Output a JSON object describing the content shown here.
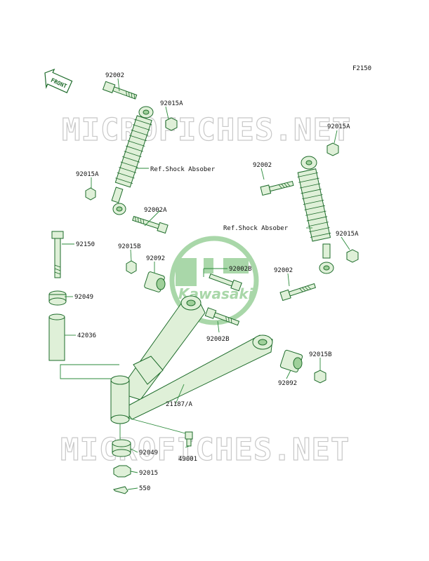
{
  "diagram_code": "F2150",
  "front_label": "FRONT",
  "watermark": "MICROFICHES.NET",
  "logo_text": "Kawasaki",
  "callouts": [
    {
      "id": "c1",
      "text": "92002"
    },
    {
      "id": "c2",
      "text": "92015A"
    },
    {
      "id": "c3",
      "text": "92015A"
    },
    {
      "id": "c4",
      "text": "Ref.Shock Absober"
    },
    {
      "id": "c5",
      "text": "92002A"
    },
    {
      "id": "c6",
      "text": "92150"
    },
    {
      "id": "c7",
      "text": "92015B"
    },
    {
      "id": "c8",
      "text": "92092"
    },
    {
      "id": "c9",
      "text": "92049"
    },
    {
      "id": "c10",
      "text": "42036"
    },
    {
      "id": "c11",
      "text": "92015A"
    },
    {
      "id": "c12",
      "text": "92002"
    },
    {
      "id": "c13",
      "text": "Ref.Shock Absober"
    },
    {
      "id": "c14",
      "text": "92015A"
    },
    {
      "id": "c15",
      "text": "92002B"
    },
    {
      "id": "c16",
      "text": "92002"
    },
    {
      "id": "c17",
      "text": "92002B"
    },
    {
      "id": "c18",
      "text": "92015B"
    },
    {
      "id": "c19",
      "text": "92092"
    },
    {
      "id": "c20",
      "text": "21187/A"
    },
    {
      "id": "c21",
      "text": "92049"
    },
    {
      "id": "c22",
      "text": "49001"
    },
    {
      "id": "c23",
      "text": "92015"
    },
    {
      "id": "c24",
      "text": "550"
    }
  ],
  "colors": {
    "line": "#1d6b2a",
    "fill": "#dff0d8",
    "logo": "#a9d7a9",
    "watermark": "#c8c8c8"
  }
}
